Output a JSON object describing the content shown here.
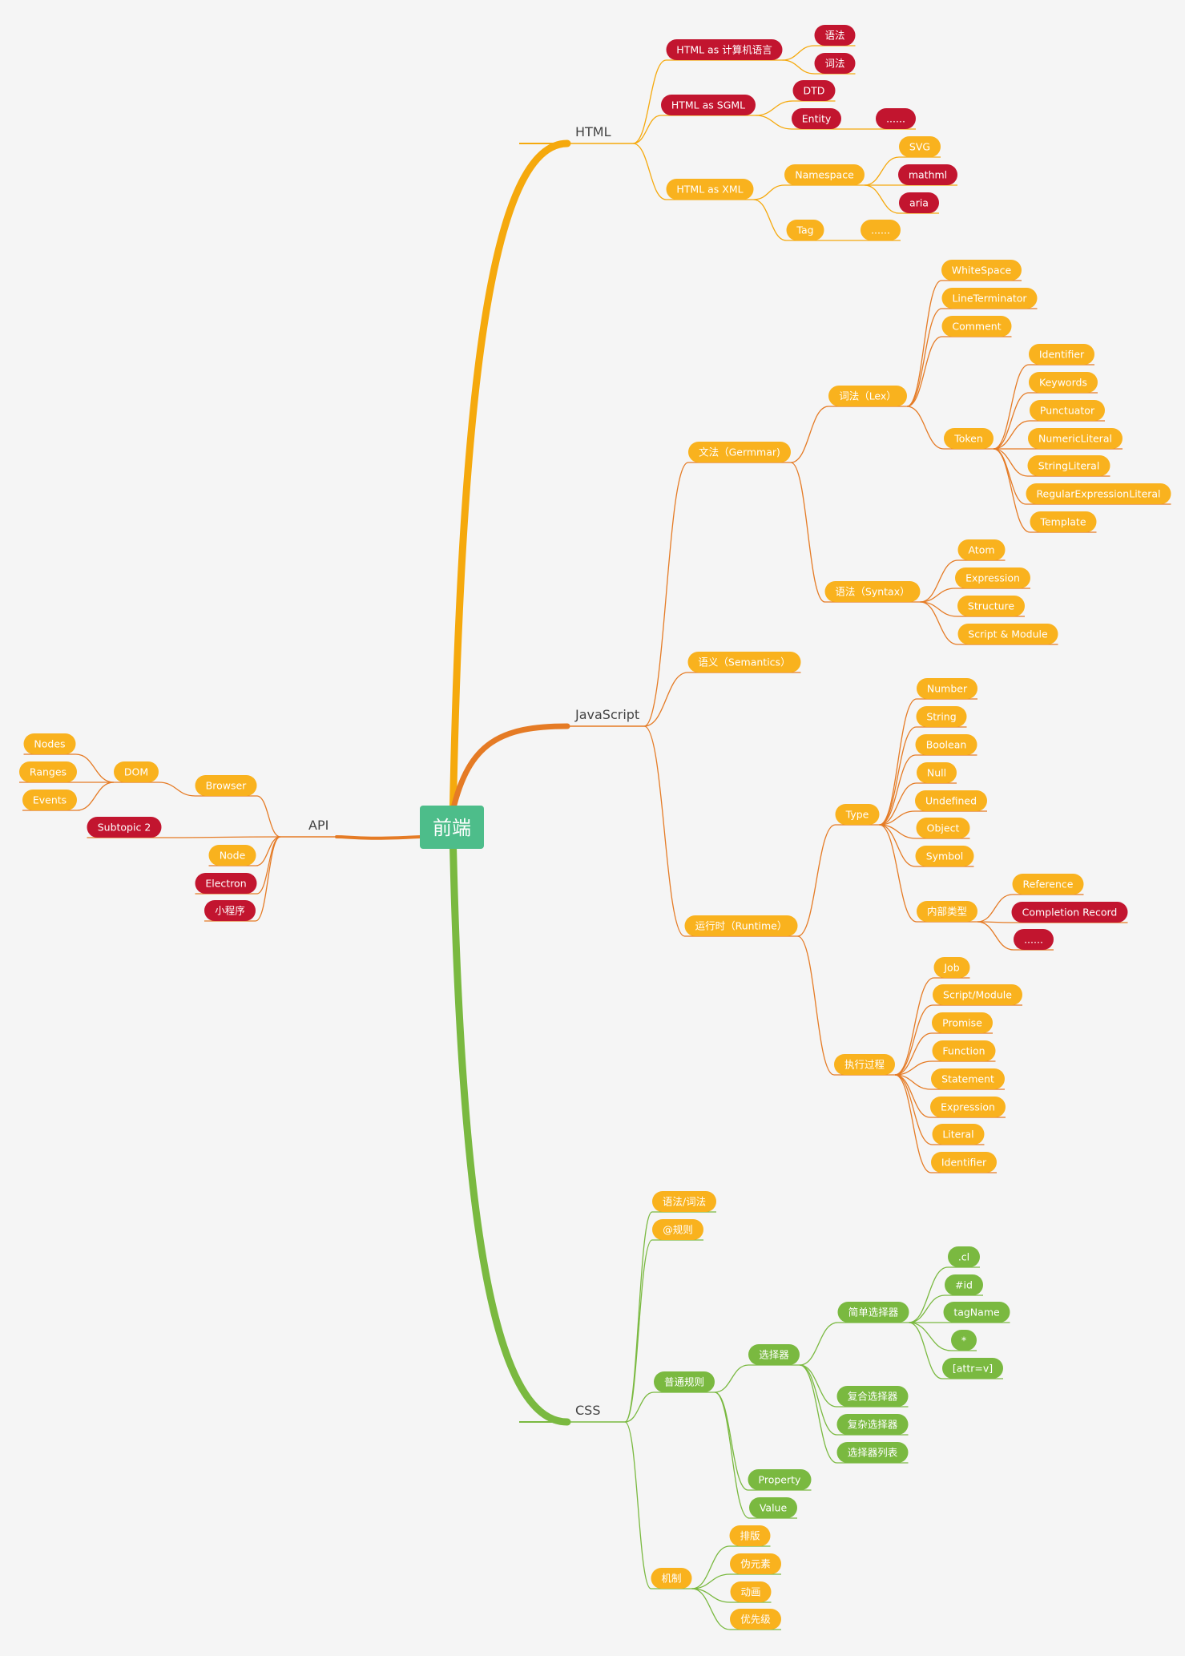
{
  "root": {
    "label": "前端"
  },
  "colors": {
    "root": "#4dbd8a",
    "html": "#f5a90d",
    "javascript": "#e57b25",
    "css": "#7ab940",
    "api": "#e57b25",
    "yellow_node": "#f9b21e",
    "red_node": "#c2152f",
    "green_node": "#7ab940"
  },
  "branches": {
    "html": {
      "label": "HTML"
    },
    "javascript": {
      "label": "JavaScript"
    },
    "css": {
      "label": "CSS"
    },
    "api": {
      "label": "API"
    }
  },
  "nodes": {
    "html_lang": "HTML as 计算机语言",
    "html_lang_grammar": "语法",
    "html_lang_lexicon": "词法",
    "html_sgml": "HTML as SGML",
    "sgml_dtd": "DTD",
    "sgml_entity": "Entity",
    "sgml_entity_more": "......",
    "html_xml": "HTML as XML",
    "xml_namespace": "Namespace",
    "ns_svg": "SVG",
    "ns_mathml": "mathml",
    "ns_aria": "aria",
    "xml_tag": "Tag",
    "xml_tag_more": "......",
    "js_grammar": "文法（Germmar)",
    "js_lex": "词法（Lex）",
    "lex_whitespace": "WhiteSpace",
    "lex_lineterminator": "LineTerminator",
    "lex_comment": "Comment",
    "lex_token": "Token",
    "token_identifier": "Identifier",
    "token_keywords": "Keywords",
    "token_punctuator": "Punctuator",
    "token_numeric": "NumericLiteral",
    "token_string": "StringLiteral",
    "token_regexp": "RegularExpressionLiteral",
    "token_template": "Template",
    "js_syntax": "语法（Syntax）",
    "syntax_atom": "Atom",
    "syntax_expression": "Expression",
    "syntax_structure": "Structure",
    "syntax_script": "Script & Module",
    "js_semantics": "语义（Semantics）",
    "js_runtime": "运行时（Runtime）",
    "rt_type": "Type",
    "type_number": "Number",
    "type_string": "String",
    "type_boolean": "Boolean",
    "type_null": "Null",
    "type_undefined": "Undefined",
    "type_object": "Object",
    "type_symbol": "Symbol",
    "type_internal": "内部类型",
    "internal_reference": "Reference",
    "internal_completion": "Completion Record",
    "internal_more": "......",
    "rt_execution": "执行过程",
    "exec_job": "Job",
    "exec_script": "Script/Module",
    "exec_promise": "Promise",
    "exec_function": "Function",
    "exec_statement": "Statement",
    "exec_expression": "Expression",
    "exec_literal": "Literal",
    "exec_identifier": "Identifier",
    "css_syntax": "语法/词法",
    "css_at_rules": "@规则",
    "css_normal_rules": "普通规则",
    "css_selector": "选择器",
    "sel_simple": "简单选择器",
    "simple_class": ".cl",
    "simple_id": "#id",
    "simple_tag": "tagName",
    "simple_star": "*",
    "simple_attr": "[attr=v]",
    "sel_compound": "复合选择器",
    "sel_complex": "复杂选择器",
    "sel_list": "选择器列表",
    "css_property": "Property",
    "css_value": "Value",
    "css_mechanism": "机制",
    "mech_layout": "排版",
    "mech_pseudo": "伪元素",
    "mech_animation": "动画",
    "mech_priority": "优先级",
    "api_browser": "Browser",
    "browser_dom": "DOM",
    "dom_nodes": "Nodes",
    "dom_ranges": "Ranges",
    "dom_events": "Events",
    "api_subtopic2": "Subtopic 2",
    "api_node": "Node",
    "api_electron": "Electron",
    "api_miniprogram": "小程序"
  }
}
